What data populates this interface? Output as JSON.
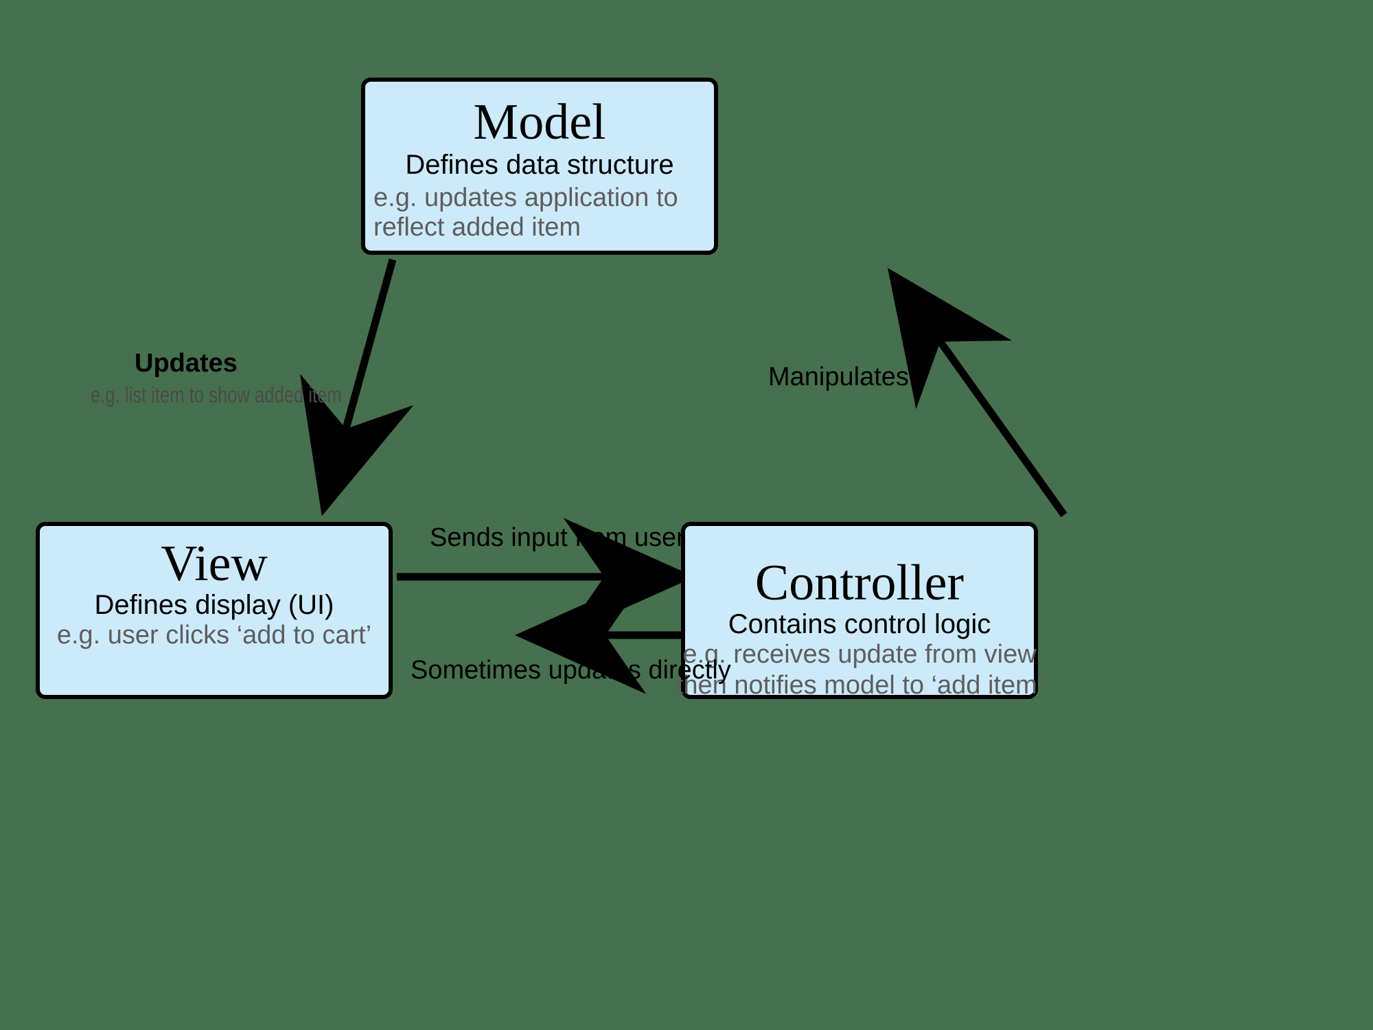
{
  "canvas": {
    "background_color": "#47704E",
    "node_fill_color": "#CDEAFB",
    "node_border_color": "#000000",
    "muted_text_color": "#5E5E5E"
  },
  "nodes": {
    "model": {
      "title": "Model",
      "subtitle": "Defines data structure",
      "example": "e.g. updates application to reflect added item"
    },
    "view": {
      "title": "View",
      "subtitle": "Defines display (UI)",
      "example": "e.g. user clicks ‘add to cart’"
    },
    "controller": {
      "title": "Controller",
      "subtitle": "Contains control logic",
      "example_line1": "e.g. receives update from view",
      "example_line2": "then notifies model to ‘add item’"
    }
  },
  "edges": {
    "model_to_view": {
      "label": "Updates",
      "sublabel": "e.g. list item to show added item",
      "from": "model",
      "to": "view"
    },
    "controller_to_model": {
      "label": "Manipulates",
      "from": "controller",
      "to": "model"
    },
    "view_to_controller": {
      "label": "Sends input from user",
      "from": "view",
      "to": "controller"
    },
    "controller_to_view": {
      "label": "Sometimes updates directly",
      "from": "controller",
      "to": "view"
    }
  }
}
